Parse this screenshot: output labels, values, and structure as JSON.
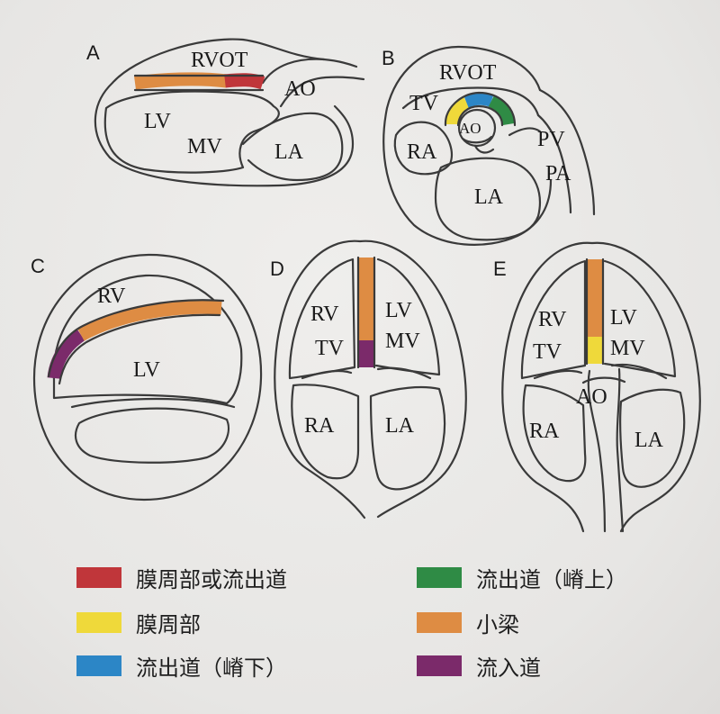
{
  "colors": {
    "red": "#c0363a",
    "yellow": "#efd93a",
    "blue": "#2c86c6",
    "green": "#2f8b45",
    "orange": "#de8c43",
    "purple": "#7b2a6a"
  },
  "panels": {
    "A": {
      "letter": "A",
      "labels": {
        "rvot": "RVOT",
        "ao": "AO",
        "lv": "LV",
        "mv": "MV",
        "la": "LA"
      }
    },
    "B": {
      "letter": "B",
      "labels": {
        "rvot": "RVOT",
        "tv": "TV",
        "ao": "AO",
        "pv": "PV",
        "ra": "RA",
        "pa": "PA",
        "la": "LA"
      }
    },
    "C": {
      "letter": "C",
      "labels": {
        "rv": "RV",
        "lv": "LV"
      }
    },
    "D": {
      "letter": "D",
      "labels": {
        "rv": "RV",
        "lv": "LV",
        "tv": "TV",
        "mv": "MV",
        "ra": "RA",
        "la": "LA"
      }
    },
    "E": {
      "letter": "E",
      "labels": {
        "rv": "RV",
        "lv": "LV",
        "tv": "TV",
        "mv": "MV",
        "ao": "AO",
        "ra": "RA",
        "la": "LA"
      }
    }
  },
  "legend": [
    {
      "color": "#c0363a",
      "text": "膜周部或流出道"
    },
    {
      "color": "#2f8b45",
      "text": "流出道（嵴上）"
    },
    {
      "color": "#efd93a",
      "text": "膜周部"
    },
    {
      "color": "#de8c43",
      "text": "小梁"
    },
    {
      "color": "#2c86c6",
      "text": "流出道（嵴下）"
    },
    {
      "color": "#7b2a6a",
      "text": "流入道"
    }
  ]
}
